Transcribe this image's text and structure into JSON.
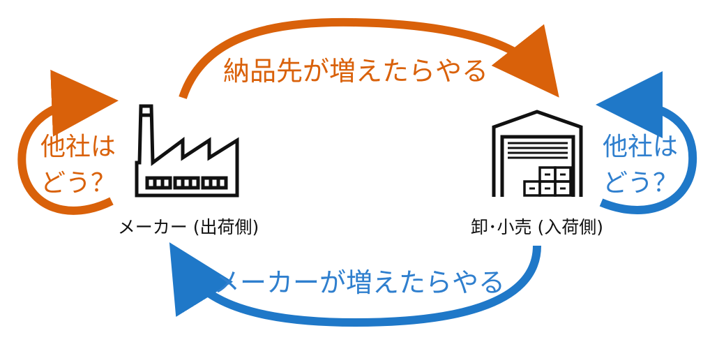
{
  "colors": {
    "orange": "#d9610a",
    "blue": "#1f78c8",
    "black": "#111111"
  },
  "top_arrow": {
    "label": "納品先が増えたらやる",
    "color": "#d9610a"
  },
  "bottom_arrow": {
    "label": "メーカーが増えたらやる",
    "color": "#1f78c8"
  },
  "left_node": {
    "label": "メーカー (出荷側)",
    "icon": "factory-icon",
    "loop": {
      "line1": "他社は",
      "line2": "どう？",
      "color": "#d9610a"
    }
  },
  "right_node": {
    "label": "卸･小売 (入荷側)",
    "icon": "warehouse-icon",
    "loop": {
      "line1": "他社は",
      "line2": "どう？",
      "color": "#1f78c8"
    }
  }
}
